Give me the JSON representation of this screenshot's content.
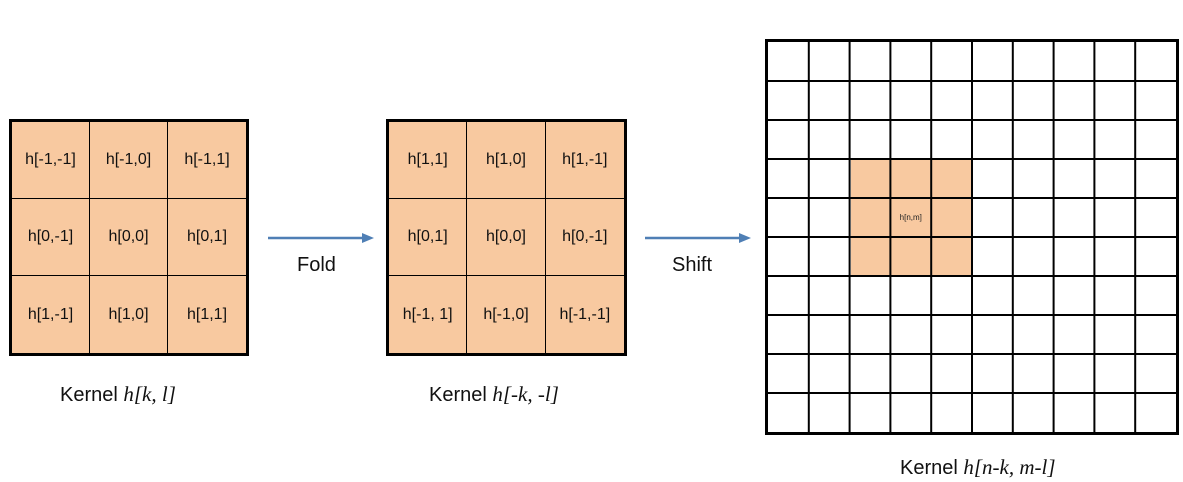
{
  "kernels": {
    "original": {
      "cells": [
        [
          "h[-1,-1]",
          "h[-1,0]",
          "h[-1,1]"
        ],
        [
          "h[0,-1]",
          "h[0,0]",
          "h[0,1]"
        ],
        [
          "h[1,-1]",
          "h[1,0]",
          "h[1,1]"
        ]
      ],
      "caption_prefix": "Kernel ",
      "caption_math": "h[k, l]"
    },
    "folded": {
      "cells": [
        [
          "h[1,1]",
          "h[1,0]",
          "h[1,-1]"
        ],
        [
          "h[0,1]",
          "h[0,0]",
          "h[0,-1]"
        ],
        [
          "h[-1, 1]",
          "h[-1,0]",
          "h[-1,-1]"
        ]
      ],
      "caption_prefix": "Kernel ",
      "caption_math": "h[-k, -l]"
    },
    "shifted": {
      "rows": 10,
      "cols": 10,
      "highlight": {
        "row_start": 3,
        "col_start": 2,
        "size": 3
      },
      "center_label": "h[n,m]",
      "caption_prefix": "Kernel ",
      "caption_math": "h[n-k, m-l]"
    }
  },
  "steps": {
    "fold_label": "Fold",
    "shift_label": "Shift"
  },
  "colors": {
    "kernel_fill": "#f8c9a0",
    "arrow": "#4f7fb5",
    "grid_line": "#000000"
  }
}
